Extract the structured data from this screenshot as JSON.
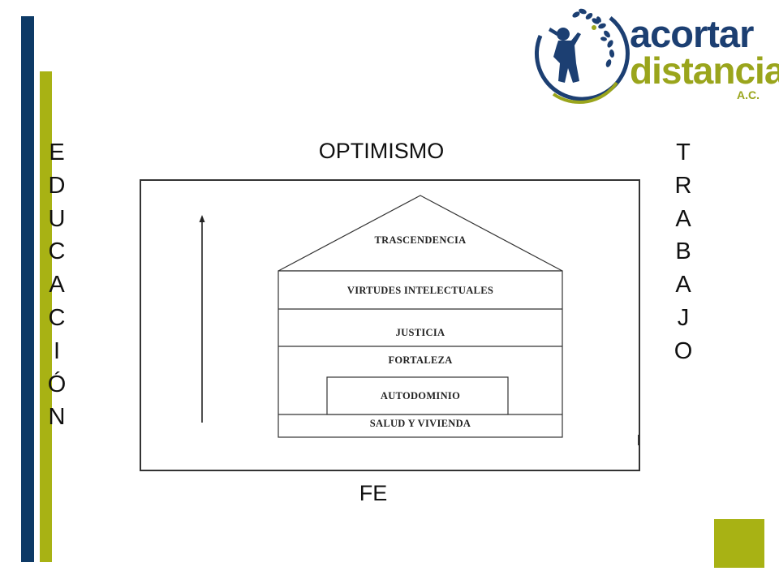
{
  "logo": {
    "line1": "acortar",
    "line2": "distancias",
    "line3": "A.C."
  },
  "diagram": {
    "top_label": "OPTIMISMO",
    "bottom_label": "FE",
    "left_word": [
      "E",
      "D",
      "U",
      "C",
      "A",
      "C",
      "I",
      "Ó",
      "N"
    ],
    "right_word": [
      "T",
      "R",
      "A",
      "B",
      "A",
      "J",
      "O"
    ],
    "house": {
      "roof": "TRASCENDENCIA",
      "levels": [
        "VIRTUDES INTELECTUALES",
        "JUSTICIA",
        "FORTALEZA",
        "AUTODOMINIO",
        "SALUD Y VIVIENDA"
      ]
    }
  },
  "colors": {
    "navy": "#0e3a66",
    "olive": "#a8b214",
    "logo_blue": "#1c3f72",
    "logo_green": "#9aa51c"
  }
}
